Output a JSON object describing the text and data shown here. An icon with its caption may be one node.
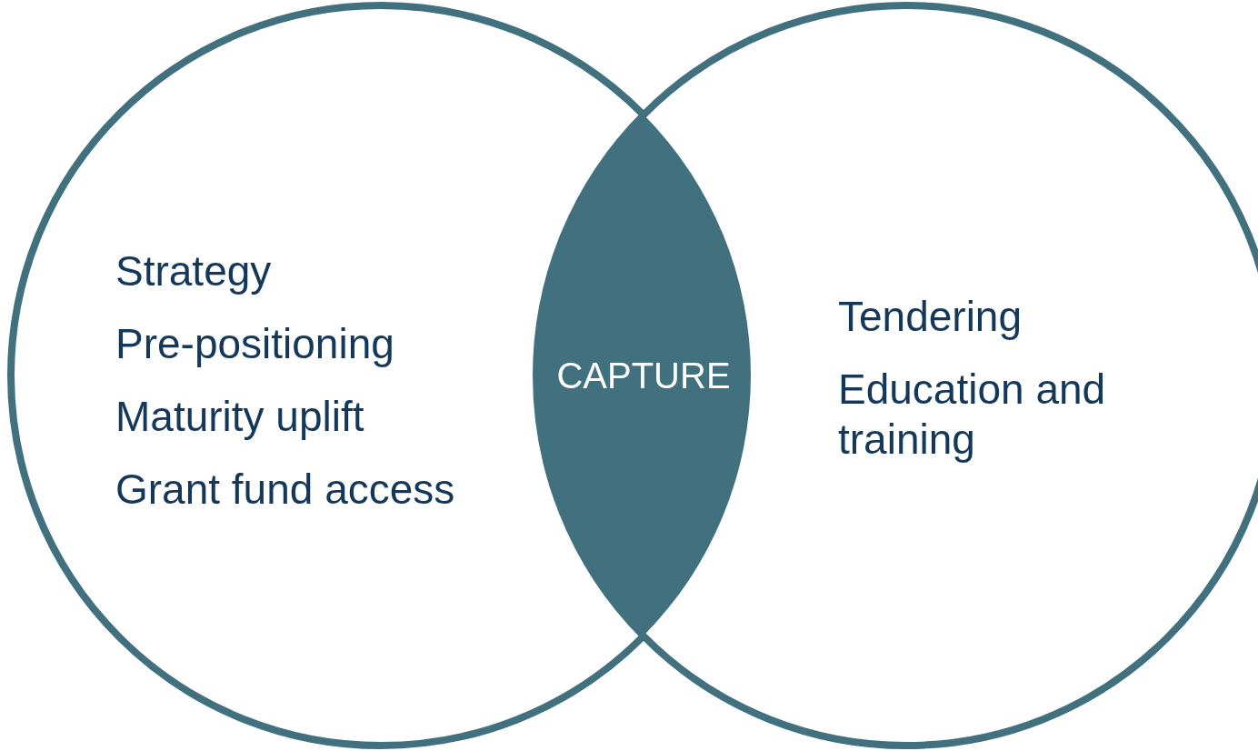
{
  "diagram": {
    "nodes": [
      {
        "text": [
          "Strategy",
          "Pre-positioning",
          "Maturity uplift",
          "Grant fund access"
        ]
      },
      {
        "text": [
          "CAPTURE"
        ]
      },
      {
        "text": [
          "Tendering",
          "Education and training"
        ]
      }
    ]
  }
}
